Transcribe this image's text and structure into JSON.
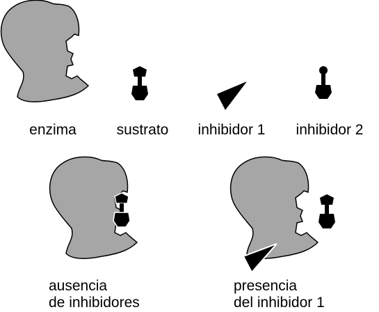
{
  "legend": {
    "enzyme": "enzima",
    "substrate": "sustrato",
    "inhibitor1": "inhibidor 1",
    "inhibitor2": "inhibidor 2"
  },
  "scenarios": {
    "no_inhibitors": {
      "line1": "ausencia",
      "line2": "de inhibidores"
    },
    "inhibitor1_present": {
      "line1": "presencia",
      "line2": "del inhibidor 1"
    }
  },
  "colors": {
    "enzyme_fill": "#a6a6a6",
    "molecule_fill": "#000000",
    "outline": "#000000",
    "background": "#ffffff"
  }
}
